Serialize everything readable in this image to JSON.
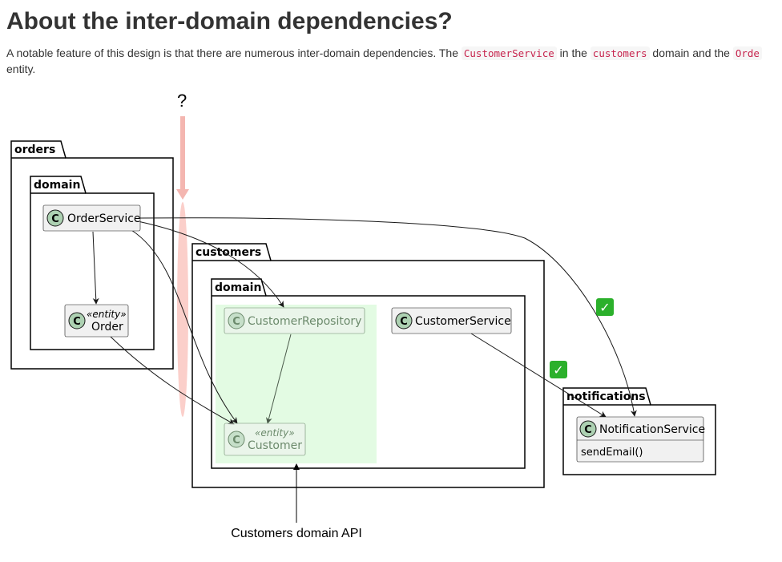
{
  "page": {
    "title": "About the inter-domain dependencies?",
    "intro": {
      "text_before": "A notable feature of this design is that there are numerous inter-domain dependencies. The ",
      "code_1": "CustomerService",
      "text_mid_1": " in the ",
      "code_2": "customers",
      "text_mid_2": " domain and the ",
      "code_3": "Orde",
      "line2": "entity."
    }
  },
  "diagram": {
    "question_mark": "?",
    "packages": {
      "orders": "orders",
      "orders_domain": "domain",
      "customers": "customers",
      "customers_domain": "domain",
      "notifications": "notifications"
    },
    "classes": {
      "order_service": {
        "glyph": "C",
        "name": "OrderService"
      },
      "order": {
        "glyph": "C",
        "stereotype": "«entity»",
        "name": "Order"
      },
      "customer_repository": {
        "glyph": "C",
        "name": "CustomerRepository"
      },
      "customer_service": {
        "glyph": "C",
        "name": "CustomerService"
      },
      "customer": {
        "glyph": "C",
        "stereotype": "«entity»",
        "name": "Customer"
      },
      "notification_service": {
        "glyph": "C",
        "name": "NotificationService",
        "members": [
          "sendEmail()"
        ]
      }
    },
    "checkmark_icon": "✓",
    "api_note": "Customers domain API",
    "colors": {
      "api_region": "#e3fbe3",
      "pink_marker": "#f4b6b0",
      "class_fill": "#f1f1f1",
      "glyph_fill": "#add1b2",
      "check_green": "#2bb02b"
    }
  }
}
